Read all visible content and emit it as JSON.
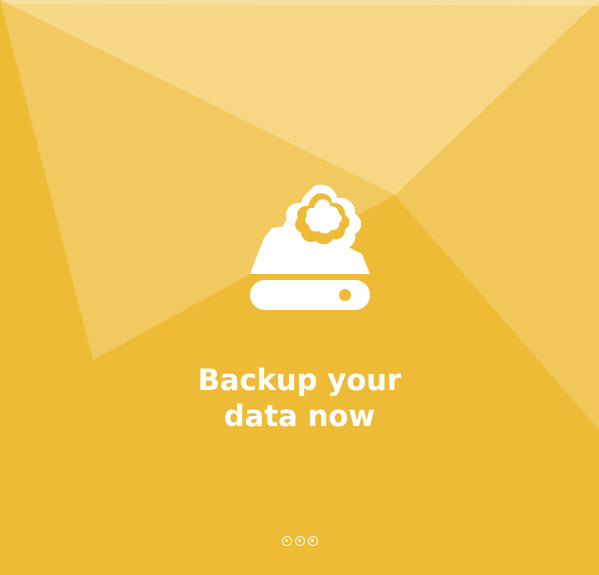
{
  "colors": {
    "background": "#EDBB36",
    "text": "#FFFFFF"
  },
  "hero": {
    "icon": "cloud-backup-drive-icon"
  },
  "headline": {
    "line1": "Backup your",
    "line2": "data now"
  },
  "pager": {
    "count": 3,
    "active_index": 2
  }
}
